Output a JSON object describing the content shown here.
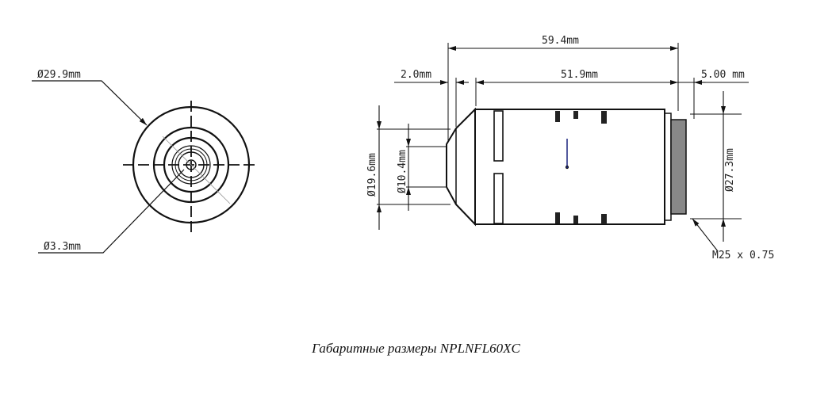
{
  "front_view": {
    "outer_diameter": "Ø29.9mm",
    "inner_diameter": "Ø3.3mm"
  },
  "side_view": {
    "total_length": "59.4mm",
    "body_length": "51.9mm",
    "nose_length": "2.0mm",
    "thread_length": "5.00 mm",
    "nose_outer_diameter": "Ø19.6mm",
    "nose_tip_diameter": "Ø10.4mm",
    "thread_outer_diameter": "Ø27.3mm",
    "thread_spec": "M25 x 0.75"
  },
  "caption": "Габаритные размеры NPLNFL60XC"
}
